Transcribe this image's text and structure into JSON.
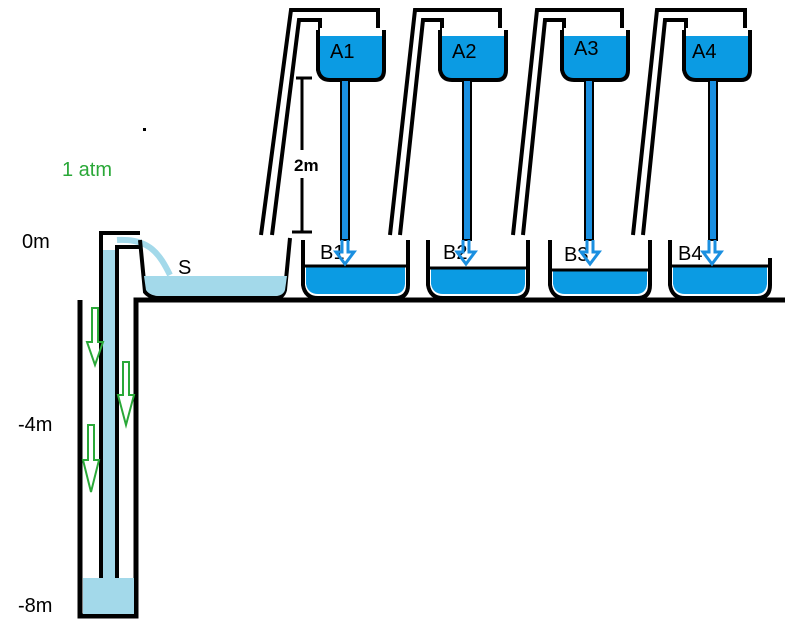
{
  "labels": {
    "pressure": "1 atm",
    "level_0": "0m",
    "level_minus4": "-4m",
    "level_minus8": "-8m",
    "height_marker": "2m",
    "source_tank": "S"
  },
  "tanks_upper": [
    "A1",
    "A2",
    "A3",
    "A4"
  ],
  "tanks_lower": [
    "B1",
    "B2",
    "B3",
    "B4"
  ],
  "colors": {
    "water_deep": "#0b9be3",
    "water_light": "#a3d9ea",
    "arrow_green": "#2aa838",
    "arrow_blue": "#1a8fe0",
    "outline": "#000000"
  }
}
